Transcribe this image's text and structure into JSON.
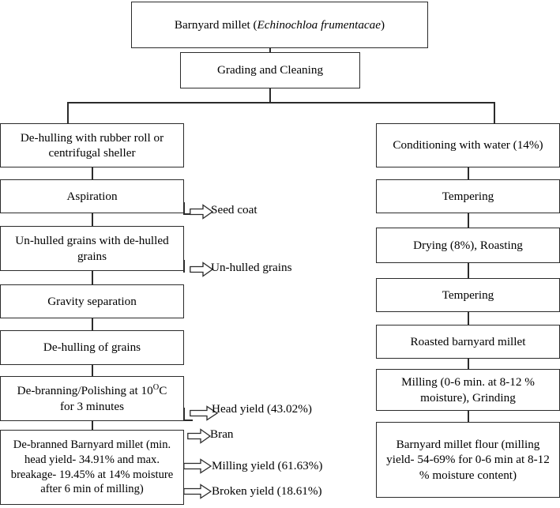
{
  "diagram": {
    "title_box": {
      "prefix": "Barnyard millet (",
      "species": "Echinochloa frumentacae",
      "suffix": ")"
    },
    "nodes": {
      "grading": "Grading and Cleaning",
      "dehulling_rubber": "De-hulling with rubber roll or centrifugal sheller",
      "aspiration": "Aspiration",
      "unhulled_grains": "Un-hulled grains with de-hulled grains",
      "gravity": "Gravity separation",
      "dehulling_grains": "De-hulling of grains",
      "debranning_line1_a": "De-branning/Polishing at 10",
      "debranning_line1_b": "O",
      "debranning_line1_c": "C",
      "debranning_line2": "for 3 minutes",
      "debranned_millet": "De-branned Barnyard millet (min. head yield- 34.91% and max. breakage- 19.45% at 14% moisture after 6 min of milling)",
      "conditioning": "Conditioning with water (14%)",
      "tempering_1": "Tempering",
      "drying_roasting": "Drying (8%), Roasting",
      "tempering_2": "Tempering",
      "roasted_millet": "Roasted barnyard millet",
      "milling_grinding": "Milling (0-6 min. at 8-12 % moisture), Grinding",
      "flour": "Barnyard millet flour (milling yield- 54-69% for 0-6 min at 8-12 % moisture content)"
    },
    "outputs": {
      "seed_coat": "Seed coat",
      "unhulled_grains_out": "Un-hulled grains",
      "head_yield": "Head yield (43.02%)",
      "bran": "Bran",
      "milling_yield": "Milling yield (61.63%)",
      "broken_yield": "Broken yield (18.61%)"
    },
    "colors": {
      "stroke": "#2b2b2b",
      "background": "#ffffff",
      "text": "#000000"
    }
  }
}
